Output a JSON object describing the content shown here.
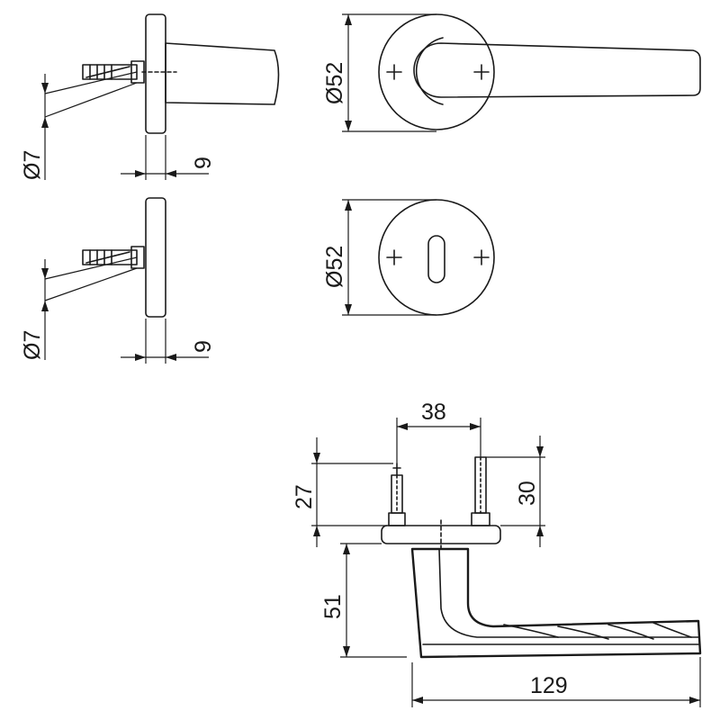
{
  "dimensions": {
    "side_view_top_diameter": "Ø7",
    "side_view_top_thickness": "9",
    "front_view_top_diameter": "Ø52",
    "side_view_bottom_diameter": "Ø7",
    "side_view_bottom_thickness": "9",
    "front_view_bottom_diameter": "Ø52",
    "lever_pin_spacing": "38",
    "lever_pin_height_left": "27",
    "lever_pin_height_right": "30",
    "lever_drop": "51",
    "lever_length": "129"
  },
  "colors": {
    "line": "#1a1a1a",
    "background": "#ffffff"
  }
}
